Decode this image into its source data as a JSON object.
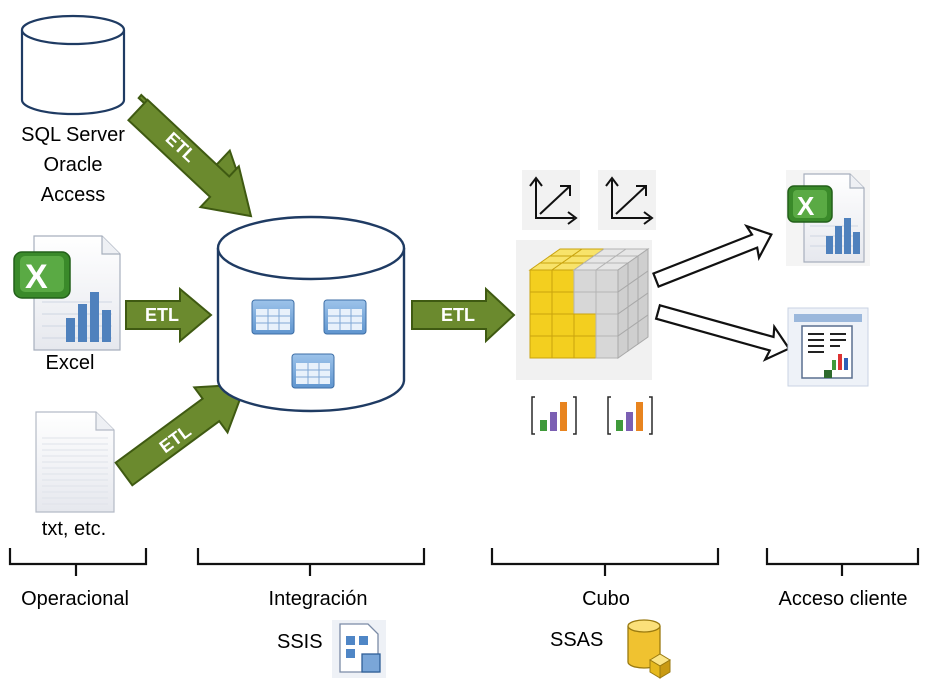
{
  "colors": {
    "arrow_fill": "#6b8a2e",
    "arrow_stroke": "#3f5a12",
    "cylinder_stroke": "#1f3b63",
    "cube_yellow": "#f3cf1f",
    "cube_gray": "#d7d7d7",
    "excel_green": "#3a8a2a",
    "bar_blue": "#4f81bd"
  },
  "sources": {
    "db_lines": [
      "SQL Server",
      "Oracle",
      "Access"
    ],
    "excel_label": "Excel",
    "txt_label": "txt, etc."
  },
  "etl_label": "ETL",
  "sections": {
    "operacional": "Operacional",
    "integracion": "Integración",
    "cubo": "Cubo",
    "acceso": "Acceso cliente"
  },
  "tools": {
    "ssis": "SSIS",
    "ssas": "SSAS"
  },
  "icons": [
    "database-cylinder-icon",
    "excel-file-icon",
    "text-file-icon",
    "table-icon",
    "axis-chart-icon",
    "olap-cube-icon",
    "bar-chart-icon",
    "report-icon",
    "ssis-package-icon",
    "ssas-database-icon"
  ]
}
